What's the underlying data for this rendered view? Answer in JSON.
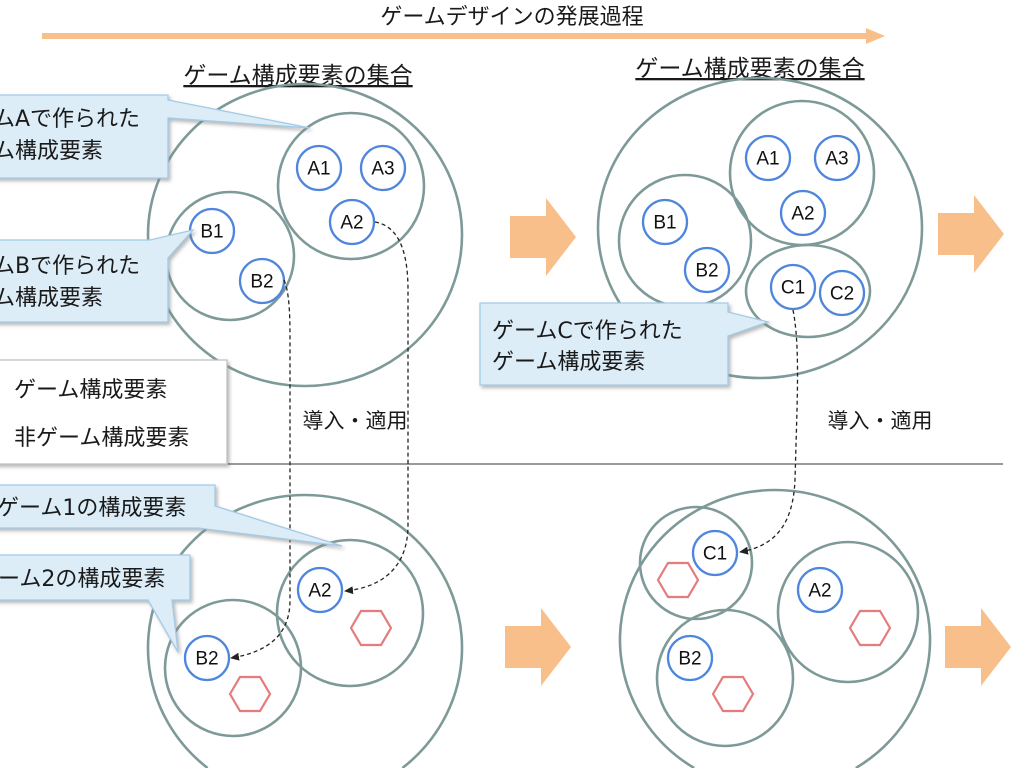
{
  "title": "ゲームデザインの発展過程",
  "colors": {
    "progress_arrow": "#f9bf8b",
    "step_arrow": "#f9bf8b",
    "set_circle": "#7e9a98",
    "game_element": "#4f86dd",
    "non_game_element": "#e57b7b",
    "callout_fill": "#dcedf8",
    "callout_border": "#a3cbe6"
  },
  "upper": {
    "left_set": {
      "heading": "ゲーム構成要素の集合",
      "game_a": [
        "A1",
        "A3",
        "A2"
      ],
      "game_b": [
        "B1",
        "B2"
      ]
    },
    "right_set": {
      "heading": "ゲーム構成要素の集合",
      "game_a": [
        "A1",
        "A3",
        "A2"
      ],
      "game_b": [
        "B1",
        "B2"
      ],
      "game_c": [
        "C1",
        "C2"
      ]
    },
    "callouts": {
      "game_a": [
        "ムAで作られた",
        "ム構成要素"
      ],
      "game_b": [
        "ムBで作られた",
        "ム構成要素"
      ],
      "game_c": [
        "ゲームCで作られた",
        "ゲーム構成要素"
      ]
    },
    "legend": [
      "ゲーム構成要素",
      "非ゲーム構成要素"
    ],
    "adopt_labels": [
      "導入・適用",
      "導入・適用"
    ]
  },
  "lower": {
    "callouts": {
      "game_1": "ゲーム1の構成要素",
      "game_2": "ーム2の構成要素"
    },
    "left_set": {
      "game_1": [
        "A2"
      ],
      "game_2": [
        "B2"
      ]
    },
    "right_set": {
      "group_c": [
        "C1"
      ],
      "group_a": [
        "A2"
      ],
      "group_b": [
        "B2"
      ]
    }
  }
}
